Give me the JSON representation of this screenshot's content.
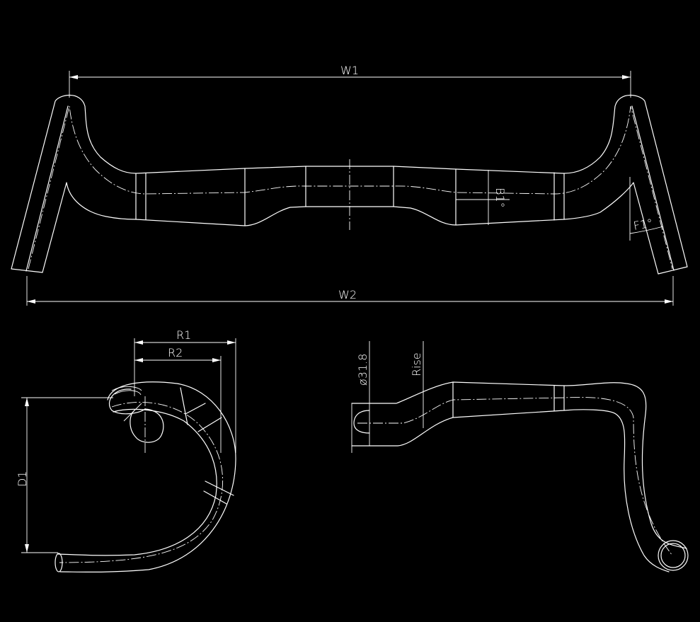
{
  "labels": {
    "w1": "W1",
    "w2": "W2",
    "b1": "B1°",
    "f1": "F1°",
    "r1": "R1",
    "r2": "R2",
    "d1": "D1",
    "clamp": "ø31.8",
    "rise": "Rise"
  }
}
